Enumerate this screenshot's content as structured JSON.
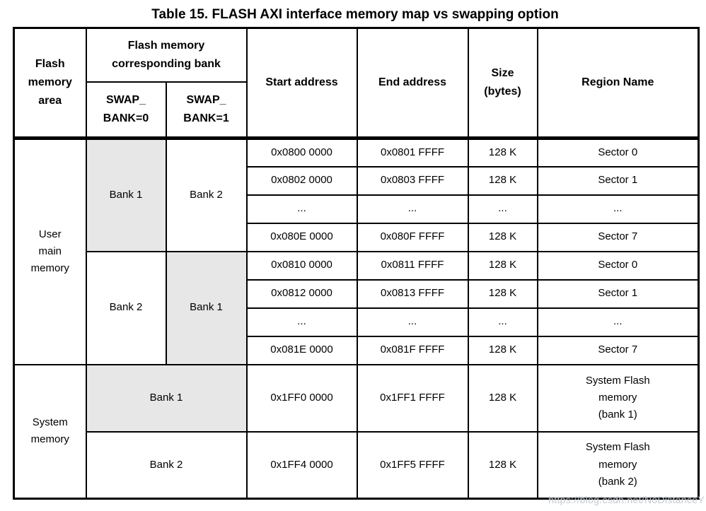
{
  "title": "Table 15. FLASH AXI interface memory map vs swapping option",
  "watermark": "https://blog.csdn.net/NoDistanceY",
  "colors": {
    "shaded_cell": "#e7e7e7",
    "border": "#000000",
    "text": "#000000",
    "watermark": "#c3cad0"
  },
  "header": {
    "flash_memory_area": "Flash\nmemory\narea",
    "corresponding_bank": "Flash memory\ncorresponding bank",
    "swap_bank_0": "SWAP_\nBANK=0",
    "swap_bank_1": "SWAP_\nBANK=1",
    "start_address": "Start address",
    "end_address": "End address",
    "size_bytes": "Size\n(bytes)",
    "region_name": "Region Name"
  },
  "body": {
    "user": {
      "area": "User\nmain\nmemory",
      "groups": [
        {
          "swap0": "Bank 1",
          "swap1": "Bank 2",
          "rows": [
            {
              "start": "0x0800 0000",
              "end": "0x0801 FFFF",
              "size": "128 K",
              "region": "Sector 0"
            },
            {
              "start": "0x0802 0000",
              "end": "0x0803 FFFF",
              "size": "128 K",
              "region": "Sector 1"
            },
            {
              "start": "...",
              "end": "...",
              "size": "...",
              "region": "..."
            },
            {
              "start": "0x080E 0000",
              "end": "0x080F FFFF",
              "size": "128 K",
              "region": "Sector 7"
            }
          ]
        },
        {
          "swap0": "Bank 2",
          "swap1": "Bank 1",
          "rows": [
            {
              "start": "0x0810 0000",
              "end": "0x0811 FFFF",
              "size": "128 K",
              "region": "Sector 0"
            },
            {
              "start": "0x0812 0000",
              "end": "0x0813 FFFF",
              "size": "128 K",
              "region": "Sector 1"
            },
            {
              "start": "...",
              "end": "...",
              "size": "...",
              "region": "..."
            },
            {
              "start": "0x081E 0000",
              "end": "0x081F FFFF",
              "size": "128 K",
              "region": "Sector 7"
            }
          ]
        }
      ]
    },
    "system": {
      "area": "System\nmemory",
      "rows": [
        {
          "bank": "Bank 1",
          "start": "0x1FF0 0000",
          "end": "0x1FF1 FFFF",
          "size": "128 K",
          "region": "System Flash\nmemory\n(bank 1)"
        },
        {
          "bank": "Bank 2",
          "start": "0x1FF4 0000",
          "end": "0x1FF5 FFFF",
          "size": "128 K",
          "region": "System Flash\nmemory\n(bank 2)"
        }
      ]
    }
  }
}
